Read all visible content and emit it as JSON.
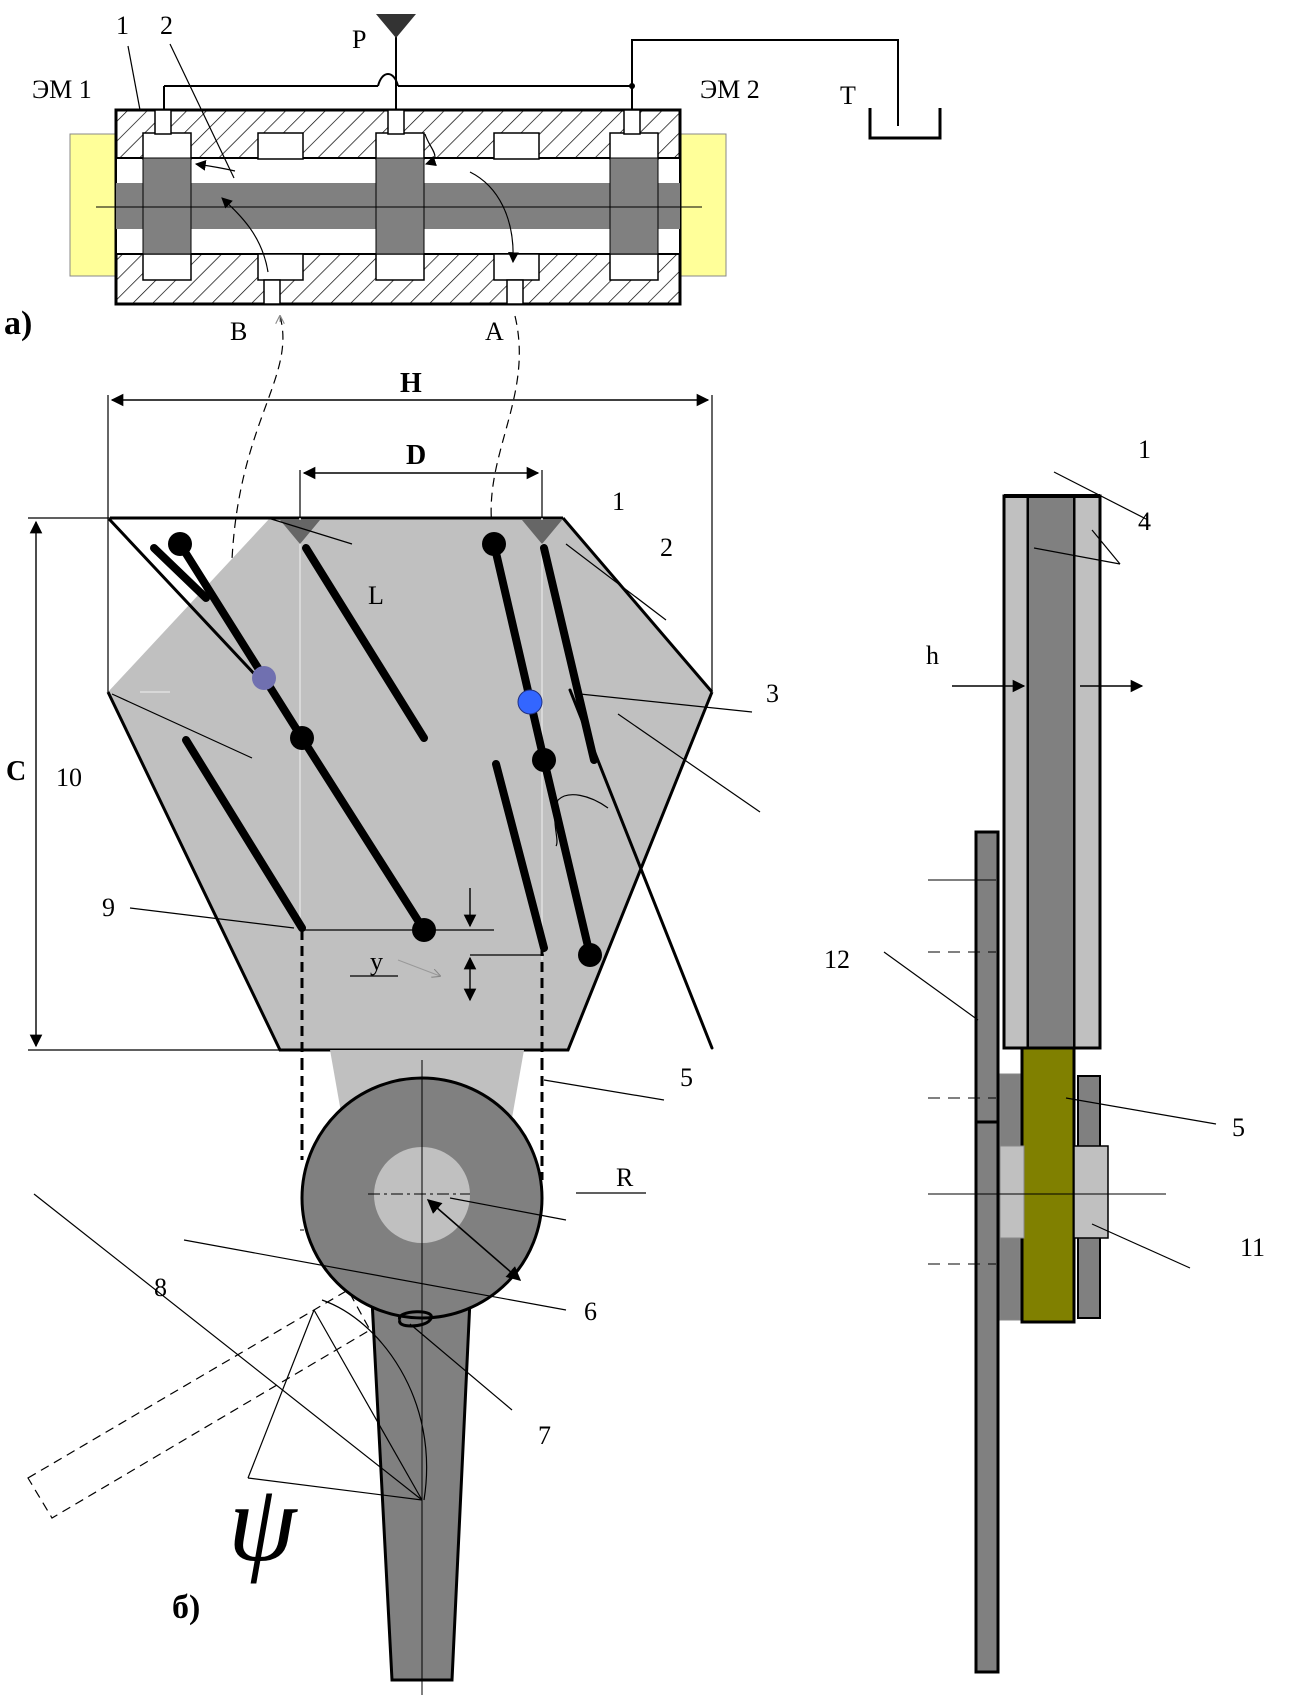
{
  "valve": {
    "em1": "ЭМ 1",
    "em2": "ЭМ 2",
    "p": "P",
    "t": "T",
    "a": "A",
    "b": "B",
    "n1": "1",
    "n2": "2",
    "part_a": "а)"
  },
  "mechanism": {
    "H": "H",
    "D": "D",
    "C": "C",
    "L": "L",
    "y": "y",
    "R": "R",
    "psi": "ψ",
    "n1": "1",
    "n2": "2",
    "n3": "3",
    "n5": "5",
    "n6": "6",
    "n7": "7",
    "n8": "8",
    "n9": "9",
    "n10": "10",
    "part_b": "б)"
  },
  "side": {
    "n1": "1",
    "n4": "4",
    "h": "h",
    "n12": "12",
    "n5": "5",
    "n11": "11"
  },
  "colors": {
    "solenoid": "#ffff99",
    "spool": "#808080",
    "body_light": "#c0c0c0",
    "shaft": "#808080",
    "axle": "#808000",
    "blue_pin": "#3366ff",
    "violet_pin": "#7070b0"
  }
}
